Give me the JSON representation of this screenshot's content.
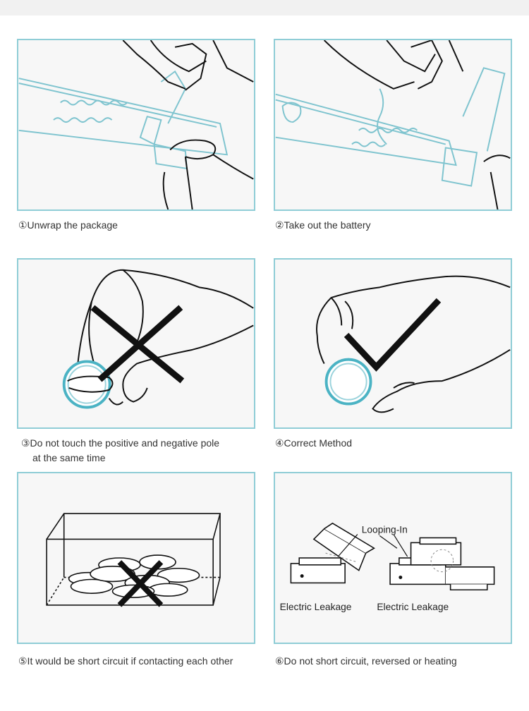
{
  "steps": [
    {
      "caption": "①Unwrap the package"
    },
    {
      "caption": "②Take out the battery"
    },
    {
      "caption_line1": "③Do not touch the positive and negative pole",
      "caption_line2": "at the same time"
    },
    {
      "caption": "④Correct Method"
    },
    {
      "caption": "⑤It would be short circuit if contacting each other"
    },
    {
      "caption": "⑥Do not short circuit, reversed or heating",
      "label_looping": "Looping-In",
      "label_leak_left": "Electric Leakage",
      "label_leak_right": "Electric Leakage"
    }
  ],
  "colors": {
    "accent": "#4bb3c4",
    "frame": "#8fcdd6",
    "ink": "#111111"
  }
}
